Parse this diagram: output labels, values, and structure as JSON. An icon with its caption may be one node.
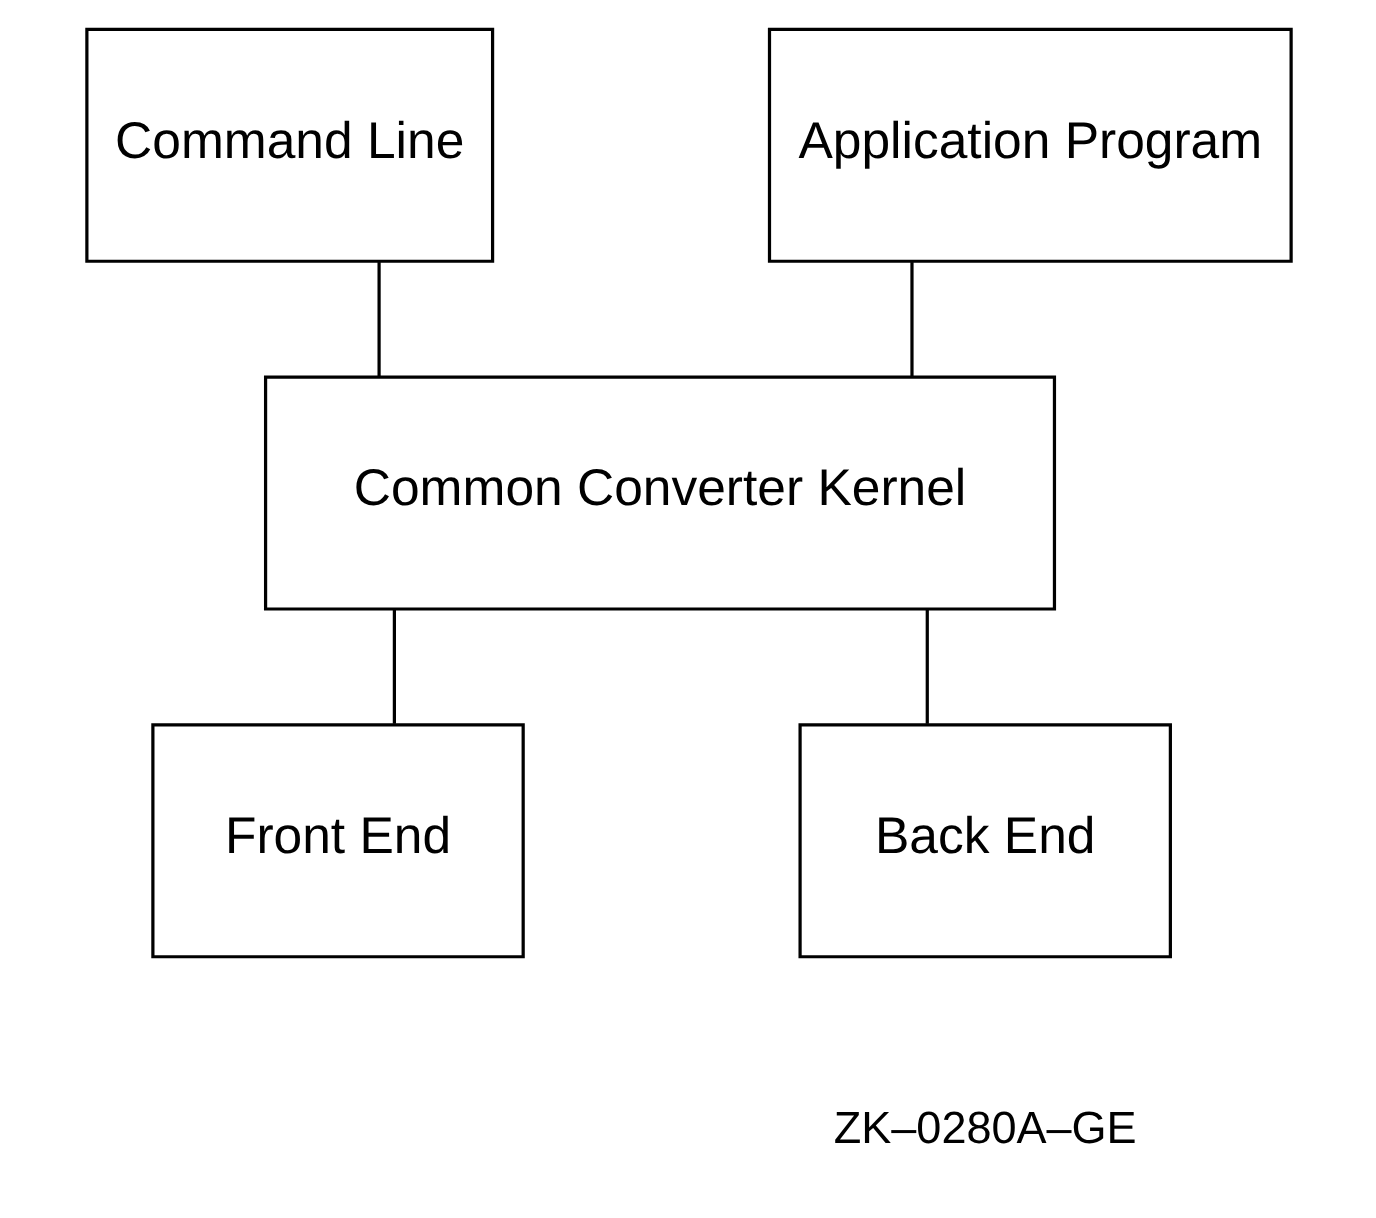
{
  "diagram": {
    "nodes": [
      {
        "text": [
          "Command Line"
        ]
      },
      {
        "text": [
          "Application Program"
        ]
      },
      {
        "text": [
          "Common Converter Kernel"
        ]
      },
      {
        "text": [
          "Front End"
        ]
      },
      {
        "text": [
          "Back End"
        ]
      }
    ],
    "edges": [
      {
        "from": 0,
        "to": 2,
        "arrow": "none"
      },
      {
        "from": 1,
        "to": 2,
        "arrow": "none"
      },
      {
        "from": 2,
        "to": 3,
        "arrow": "none"
      },
      {
        "from": 2,
        "to": 4,
        "arrow": "none"
      }
    ],
    "labels": [
      "ZK–0280A–GE"
    ]
  }
}
